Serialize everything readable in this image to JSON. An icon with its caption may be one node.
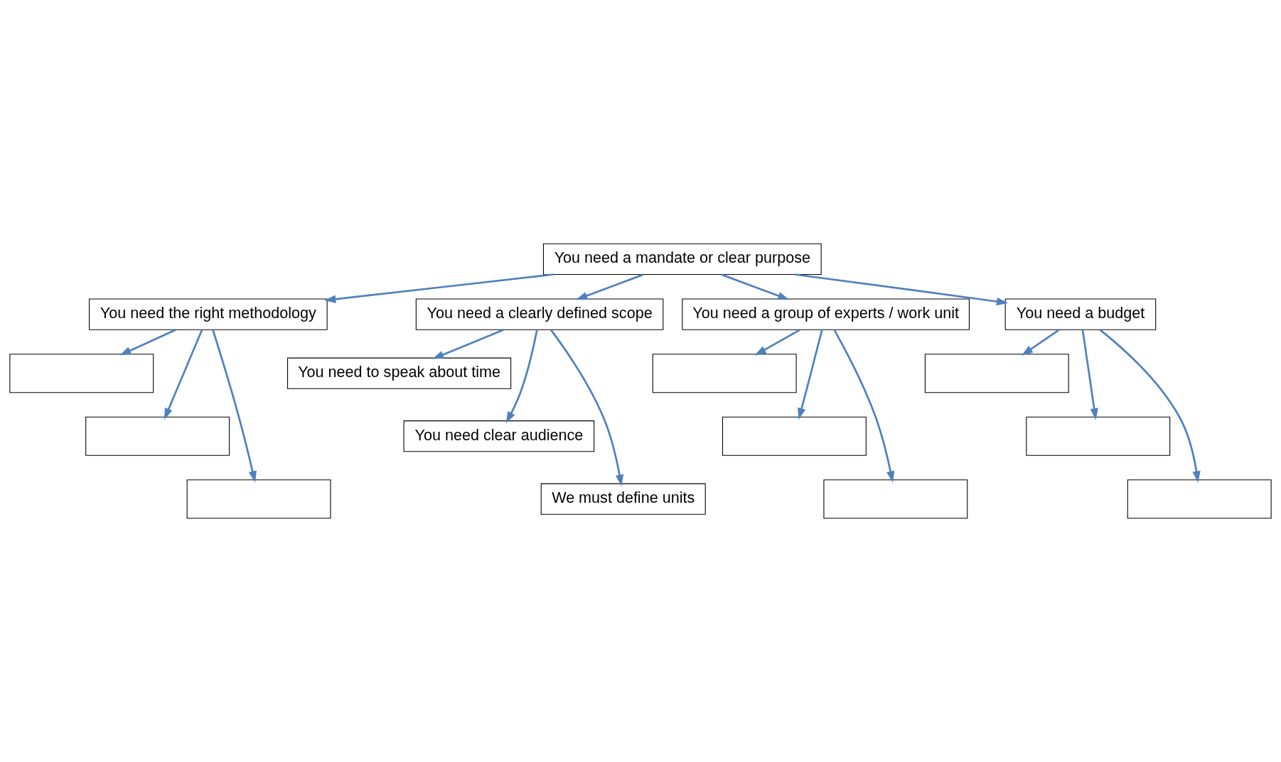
{
  "diagram": {
    "nodes": [
      {
        "text": [
          "You need a mandate or clear purpose"
        ]
      },
      {
        "text": [
          "You need the right methodology"
        ]
      },
      {
        "text": [
          "You need a clearly defined scope"
        ]
      },
      {
        "text": [
          "You need a group of experts / work unit"
        ]
      },
      {
        "text": [
          "You need a budget"
        ]
      },
      {
        "text": [],
        "shape": "box"
      },
      {
        "text": [],
        "shape": "box"
      },
      {
        "text": [],
        "shape": "box"
      },
      {
        "text": [
          "You need to speak about time"
        ]
      },
      {
        "text": [
          "You need clear audience"
        ]
      },
      {
        "text": [
          "We must define units"
        ]
      },
      {
        "text": [],
        "shape": "box"
      },
      {
        "text": [],
        "shape": "box"
      },
      {
        "text": [],
        "shape": "box"
      },
      {
        "text": [],
        "shape": "box"
      },
      {
        "text": [],
        "shape": "box"
      },
      {
        "text": [],
        "shape": "box"
      }
    ],
    "edges": [
      {
        "from": 0,
        "to": 1,
        "arrow": "to"
      },
      {
        "from": 0,
        "to": 2,
        "arrow": "to"
      },
      {
        "from": 0,
        "to": 3,
        "arrow": "to"
      },
      {
        "from": 0,
        "to": 4,
        "arrow": "to"
      },
      {
        "from": 1,
        "to": 5,
        "arrow": "to"
      },
      {
        "from": 1,
        "to": 6,
        "arrow": "to"
      },
      {
        "from": 1,
        "to": 7,
        "arrow": "to"
      },
      {
        "from": 2,
        "to": 8,
        "arrow": "to"
      },
      {
        "from": 2,
        "to": 9,
        "arrow": "to"
      },
      {
        "from": 2,
        "to": 10,
        "arrow": "to"
      },
      {
        "from": 3,
        "to": 11,
        "arrow": "to"
      },
      {
        "from": 3,
        "to": 12,
        "arrow": "to"
      },
      {
        "from": 3,
        "to": 13,
        "arrow": "to"
      },
      {
        "from": 4,
        "to": 14,
        "arrow": "to"
      },
      {
        "from": 4,
        "to": 15,
        "arrow": "to"
      },
      {
        "from": 4,
        "to": 16,
        "arrow": "to"
      }
    ]
  }
}
